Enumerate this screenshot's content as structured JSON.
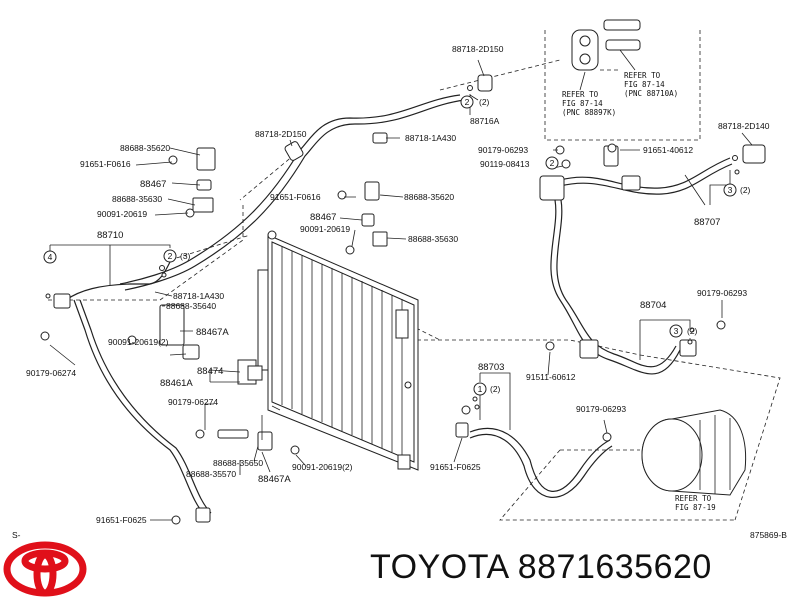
{
  "labels": {
    "p88718_2D150_top": "88718-2D150",
    "p88716A": "88716A",
    "p88718_2D150_mid": "88718-2D150",
    "p88718_1A430_mid": "88718-1A430",
    "p88688_35620_a": "88688-35620",
    "p91651_F0616_a": "91651-F0616",
    "p88467_a": "88467",
    "p88688_35630_a": "88688-35630",
    "p90091_20619_a": "90091-20619",
    "p91651_F0616_b": "91651-F0616",
    "p88688_35620_b": "88688-35620",
    "p88467_b": "88467",
    "p90091_20619_b": "90091-20619",
    "p88688_35630_b": "88688-35630",
    "p88710": "88710",
    "p88718_1A430_left": "88718-1A430",
    "p88688_35640": "88688-35640",
    "p88467A_a": "88467A",
    "p90091_20619_2_a": "90091-20619(2)",
    "p88474": "88474",
    "p88461A": "88461A",
    "p90179_06274_a": "90179-06274",
    "p90179_06274_b": "90179-06274",
    "p88688_35650": "88688-35650",
    "p88688_35570": "88688-35570",
    "p88467A_b": "88467A",
    "p90091_20619_2_b": "90091-20619(2)",
    "p91651_F0625_a": "91651-F0625",
    "p88703": "88703",
    "p91651_F0625_b": "91651-F0625",
    "p91511_60612": "91511-60612",
    "p88704": "88704",
    "p90179_06293_a": "90179-06293",
    "p90179_06293_b": "90179-06293",
    "p90179_06293_c": "90179-06293",
    "p90119_08413": "90119-08413",
    "p91651_40612": "91651-40612",
    "p88718_2D140": "88718-2D140",
    "p88707": "88707",
    "qty2": "(2)",
    "qty3": "(3)",
    "circle1": "1",
    "circle2": "2",
    "circle3": "3",
    "circle4": "4",
    "ref_fig_87_14_a": [
      "REFER TO",
      "FIG 87-14",
      "(PNC 88897K)"
    ],
    "ref_fig_87_14_b": [
      "REFER TO",
      "FIG 87-14",
      "(PNC 88710A)"
    ],
    "ref_fig_87_19": [
      "REFER TO",
      "FIG 87-19"
    ],
    "drawing_code": "875869-B",
    "s_mark": "S-"
  },
  "brand_text": "TOYOTA 8871635620",
  "colors": {
    "logo": "#e0101a",
    "ink": "#111111"
  }
}
